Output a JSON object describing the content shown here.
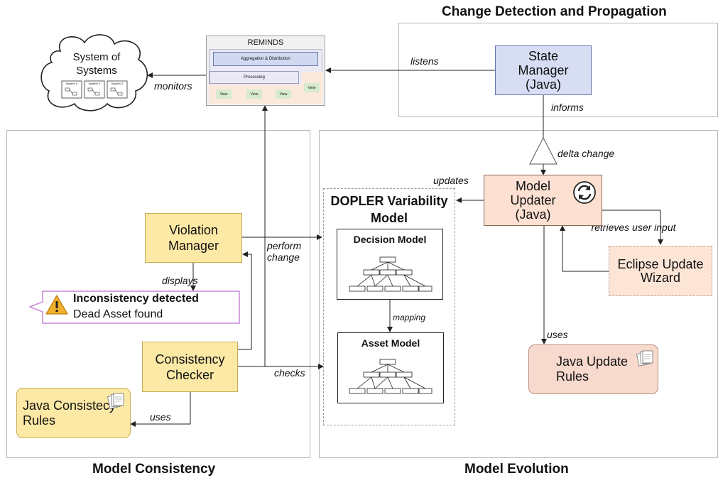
{
  "sections": {
    "change_detection": "Change Detection and Propagation",
    "model_consistency": "Model Consistency",
    "model_evolution": "Model Evolution"
  },
  "reminds": {
    "title": "REMINDS",
    "aggregation": "Aggregation & Distribution",
    "processing": "Processing",
    "view": "View"
  },
  "sos": {
    "label": "System of Systems",
    "systems": [
      "System X",
      "System Y",
      "System Z"
    ]
  },
  "state_manager": "State Manager (Java)",
  "model_updater": "Model Updater (Java)",
  "eclipse_wizard": "Eclipse Update Wizard",
  "java_update_rules": "Java Update Rules",
  "violation_manager": "Violation Manager",
  "consistency_checker": "Consistency Checker",
  "java_consistency_rules": "Java Consistecy Rules",
  "notification": {
    "title": "Inconsistency detected",
    "body": "Dead Asset found"
  },
  "dopler": {
    "title": "DOPLER Variability Model",
    "decision_model": "Decision Model",
    "asset_model": "Asset Model"
  },
  "labels": {
    "monitors": "monitors",
    "listens": "listens",
    "informs": "informs",
    "delta_change": "delta change",
    "updates": "updates",
    "retrieves_user_input": "retrieves user input",
    "uses_update": "uses",
    "perform_change": "perform change",
    "displays": "displays",
    "mapping": "mapping",
    "checks": "checks",
    "uses_consistency": "uses"
  },
  "colors": {
    "yellow_fill": "#fde9a6",
    "state_manager_fill": "#d7ddf3",
    "updater_fill": "#fde0d1",
    "rules_fill": "#f7d9cd",
    "notification_border": "#c68ad6",
    "warning_icon": "#f1b02b"
  },
  "icons": {
    "notification": "warning-icon",
    "model_updater": "refresh-icon",
    "rules": "document-stack-icon"
  }
}
